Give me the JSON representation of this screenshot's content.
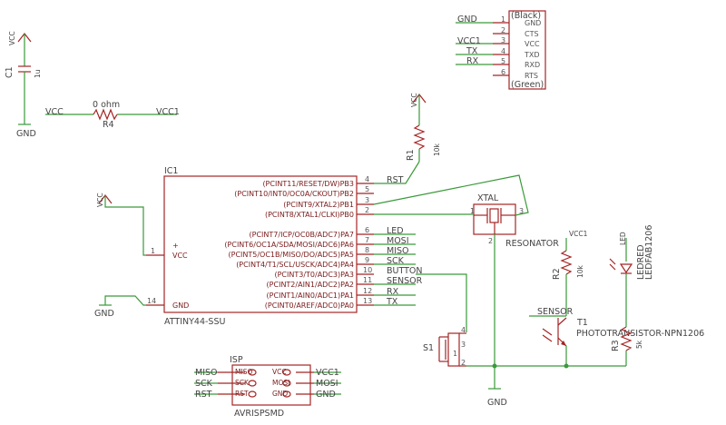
{
  "supply": {
    "vcc": "VCC",
    "gnd": "GND",
    "vcc1": "VCC1"
  },
  "ftdi": {
    "top_note": "(Black)",
    "bottom_note": "(Green)",
    "pins": [
      {
        "num": "1",
        "name": "GND"
      },
      {
        "num": "2",
        "name": "CTS"
      },
      {
        "num": "3",
        "name": "VCC"
      },
      {
        "num": "4",
        "name": "TXD"
      },
      {
        "num": "5",
        "name": "RXD"
      },
      {
        "num": "6",
        "name": "RTS"
      }
    ],
    "nets": {
      "gnd": "GND",
      "vcc1": "VCC1",
      "tx": "TX",
      "rx": "RX"
    }
  },
  "c1": {
    "name": "C1",
    "value": "1u"
  },
  "r4": {
    "name": "R4",
    "value": "0 ohm",
    "net_left": "VCC",
    "net_right": "VCC1"
  },
  "r1": {
    "name": "R1",
    "value": "10k"
  },
  "ic1": {
    "ref": "IC1",
    "part": "ATTINY44-SSU",
    "pin_vcc_num": "1",
    "pin_vcc": "VCC",
    "pin_gnd_num": "14",
    "pin_gnd": "GND",
    "plus": "+",
    "right_pins": [
      {
        "num": "4",
        "name": "(PCINT11/RESET/DW)PB3",
        "net": "RST"
      },
      {
        "num": "5",
        "name": "(PCINT10/INT0/OC0A/CKOUT)PB2",
        "net": ""
      },
      {
        "num": "3",
        "name": "(PCINT9/XTAL2)PB1",
        "net": ""
      },
      {
        "num": "2",
        "name": "(PCINT8/XTAL1/CLKI)PB0",
        "net": ""
      },
      {
        "num": "6",
        "name": "(PCINT7/ICP/OC0B/ADC7)PA7",
        "net": "LED"
      },
      {
        "num": "7",
        "name": "(PCINT6/OC1A/SDA/MOSI/ADC6)PA6",
        "net": "MOSI"
      },
      {
        "num": "8",
        "name": "(PCINT5/OC1B/MISO/DO/ADC5)PA5",
        "net": "MISO"
      },
      {
        "num": "9",
        "name": "(PCINT4/T1/SCL/USCK/ADC4)PA4",
        "net": "SCK"
      },
      {
        "num": "10",
        "name": "(PCINT3/T0/ADC3)PA3",
        "net": "BUTTON"
      },
      {
        "num": "11",
        "name": "(PCINT2/AIN1/ADC2)PA2",
        "net": "SENSOR"
      },
      {
        "num": "12",
        "name": "(PCINT1/AIN0/ADC1)PA1",
        "net": "RX"
      },
      {
        "num": "13",
        "name": "(PCINT0/AREF/ADC0)PA0",
        "net": "TX"
      }
    ]
  },
  "xtal": {
    "name": "XTAL",
    "value": "RESONATOR",
    "pin1": "1",
    "pin2": "2",
    "pin3": "3"
  },
  "r2": {
    "name": "R2",
    "value": "10k"
  },
  "r3": {
    "name": "R3",
    "value": "5k"
  },
  "led": {
    "net": "LED",
    "name": "LEDRED",
    "value": "LEDFAB1206"
  },
  "t1": {
    "name": "T1",
    "value": "PHOTOTRANSISTOR-NPN1206",
    "net": "SENSOR"
  },
  "s1": {
    "name": "S1",
    "pins": [
      "1",
      "2",
      "3",
      "4"
    ]
  },
  "isp": {
    "name": "ISP",
    "part": "AVRISPSMD",
    "left_pins": [
      "MISO",
      "SCK",
      "RST"
    ],
    "right_pins": [
      "VCC",
      "MOSI",
      "GND"
    ],
    "left_nets": [
      "MISO",
      "SCK",
      "RST"
    ],
    "right_nets": [
      "VCC1",
      "MOSI",
      "GND"
    ]
  }
}
